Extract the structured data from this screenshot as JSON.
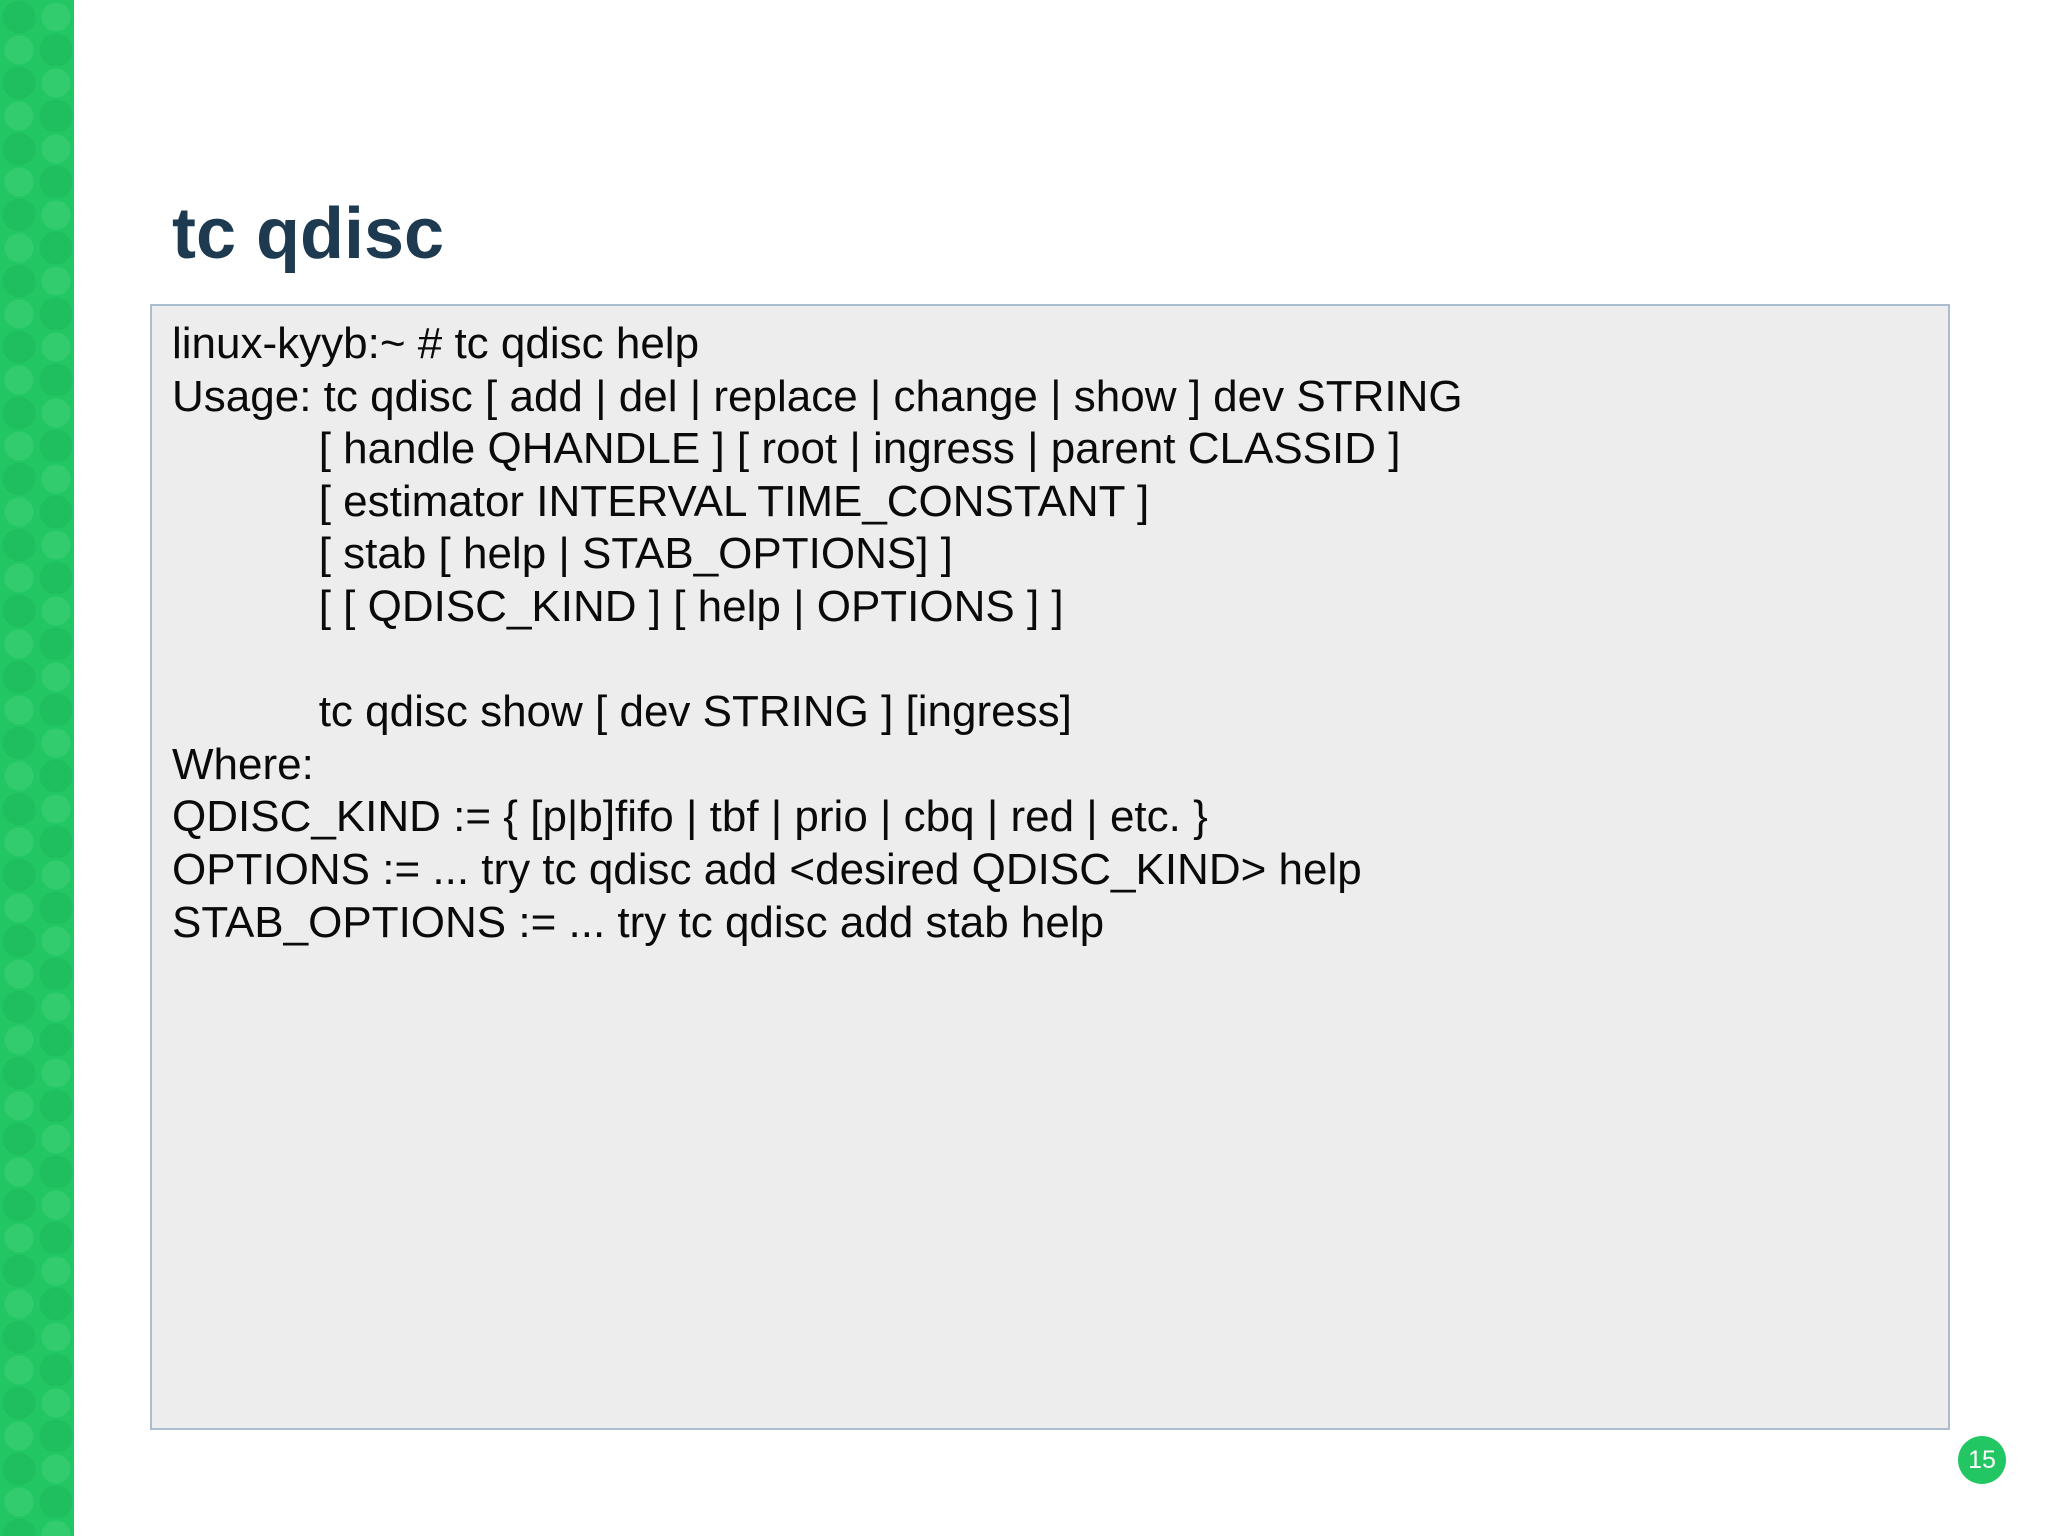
{
  "slide": {
    "title": "tc qdisc",
    "page_number": "15"
  },
  "terminal": {
    "lines": [
      "linux-kyyb:~ # tc qdisc help",
      "Usage: tc qdisc [ add | del | replace | change | show ] dev STRING",
      "            [ handle QHANDLE ] [ root | ingress | parent CLASSID ]",
      "            [ estimator INTERVAL TIME_CONSTANT ]",
      "            [ stab [ help | STAB_OPTIONS] ]",
      "            [ [ QDISC_KIND ] [ help | OPTIONS ] ]",
      "",
      "            tc qdisc show [ dev STRING ] [ingress]",
      "Where:",
      "QDISC_KIND := { [p|b]fifo | tbf | prio | cbq | red | etc. }",
      "OPTIONS := ... try tc qdisc add <desired QDISC_KIND> help",
      "STAB_OPTIONS := ... try tc qdisc add stab help"
    ]
  },
  "colors": {
    "accent_green": "#22c763",
    "title_color": "#1d3a50",
    "code_bg": "#ededee",
    "code_border": "#a9bdcf"
  }
}
